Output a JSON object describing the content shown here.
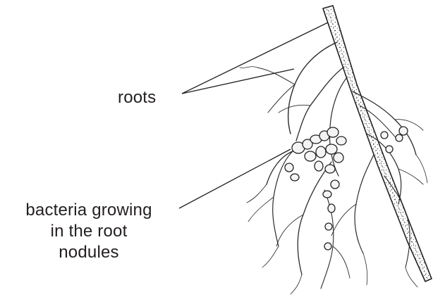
{
  "labels": {
    "roots": "roots",
    "bacteria": [
      "bacteria growing",
      "in the root",
      "nodules"
    ]
  }
}
